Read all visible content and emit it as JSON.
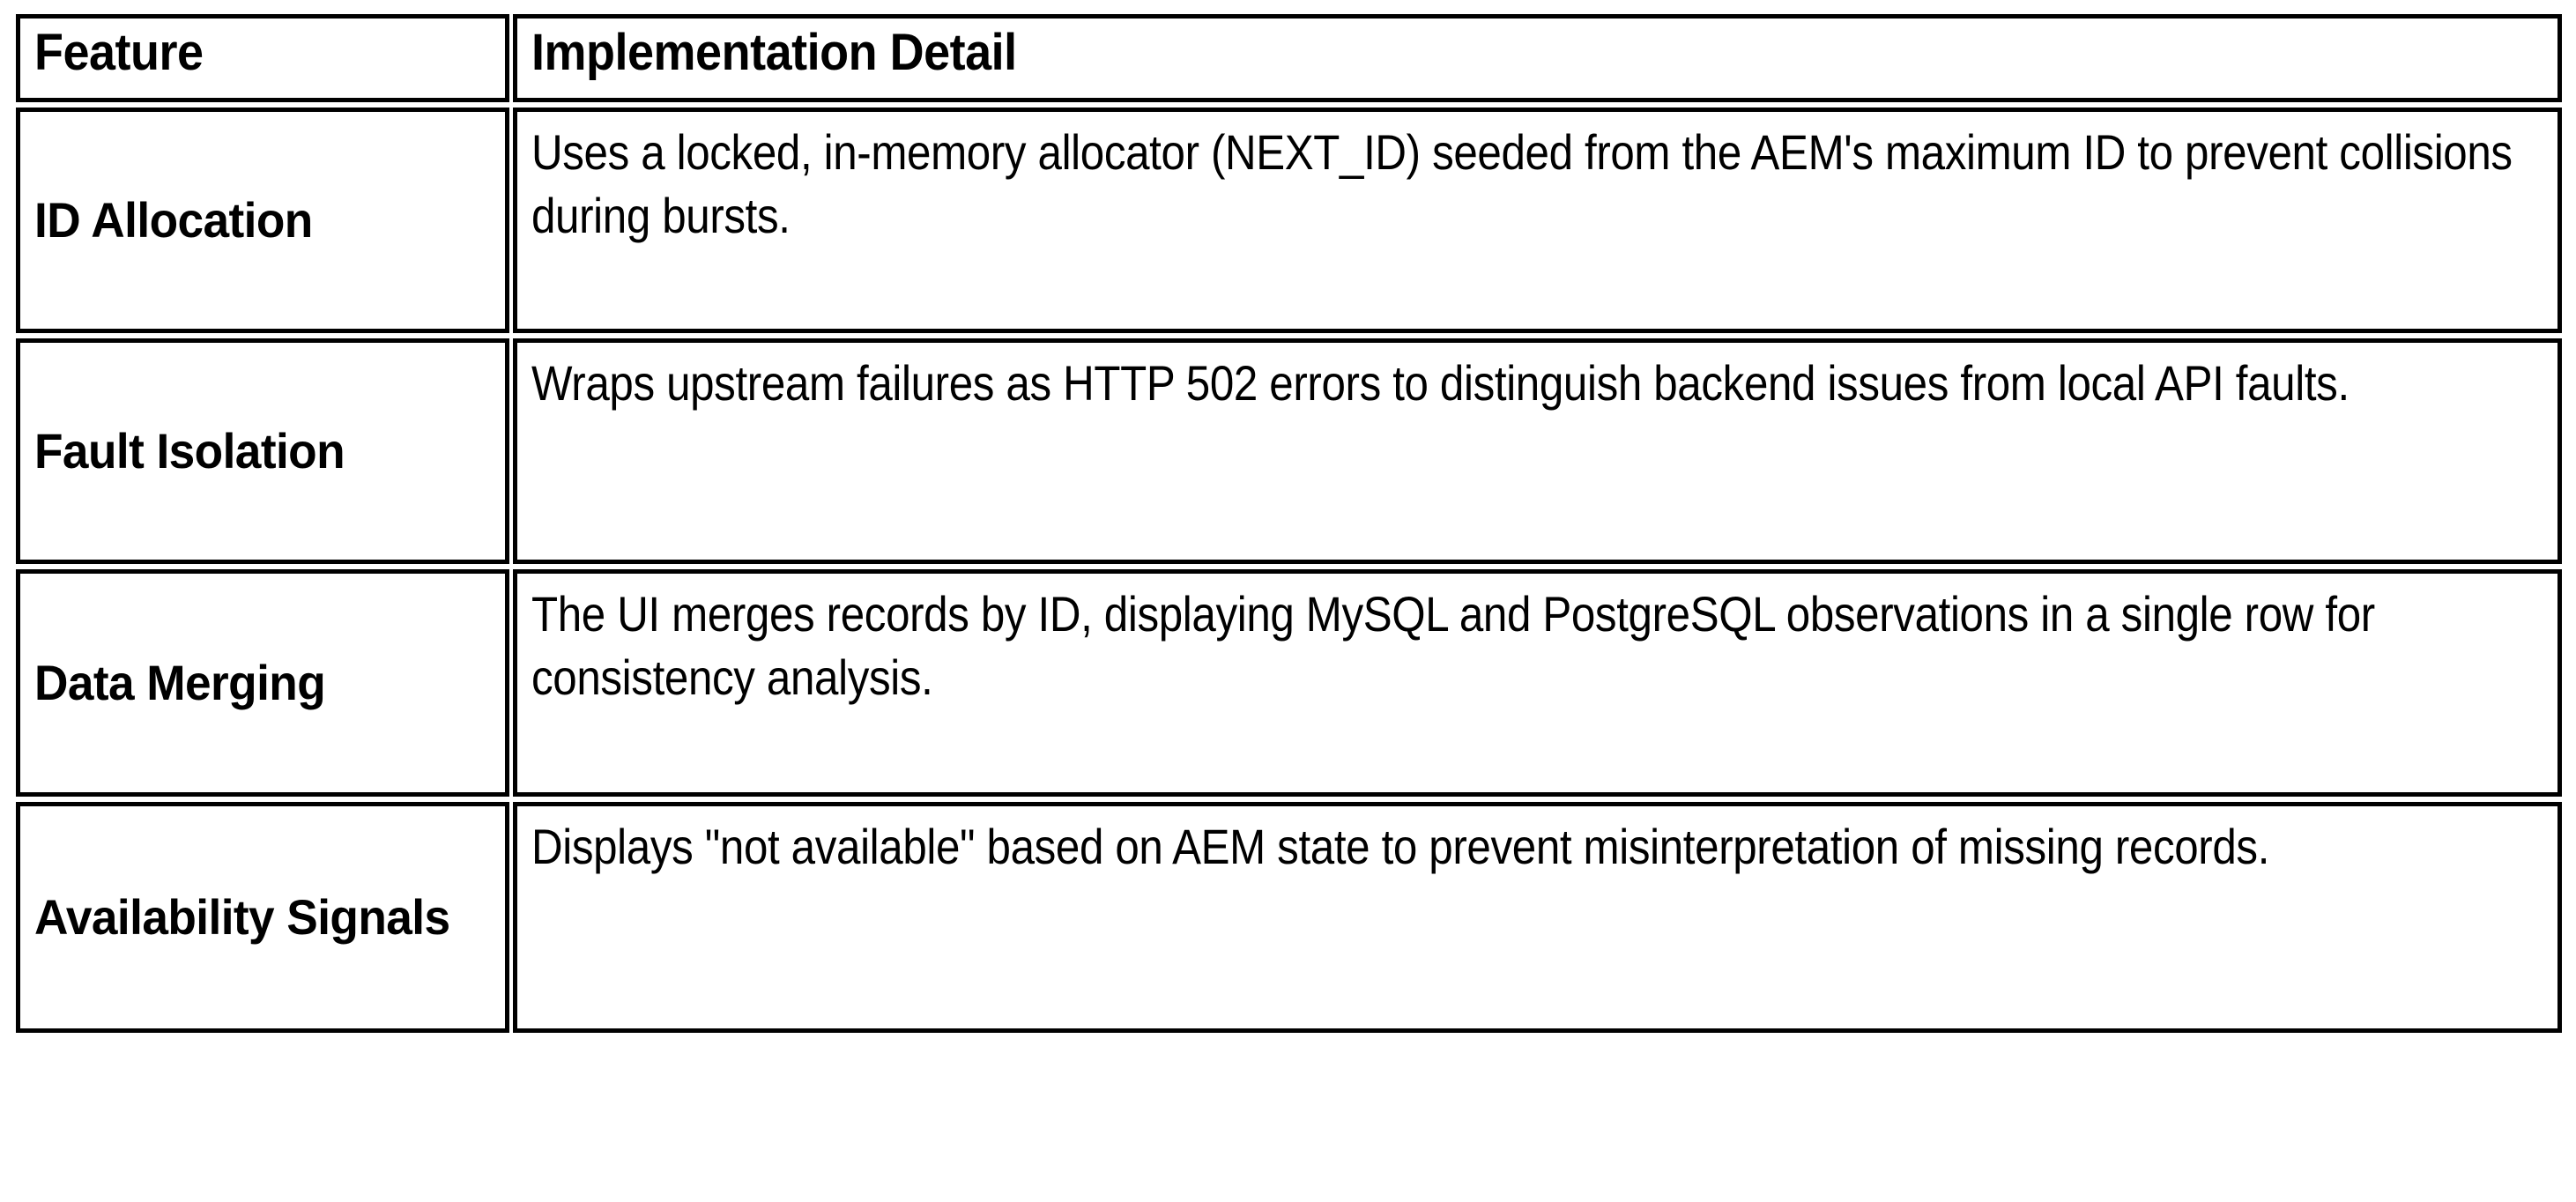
{
  "table": {
    "columns": [
      {
        "key": "feature",
        "label": "Feature"
      },
      {
        "key": "detail",
        "label": "Implementation Detail"
      }
    ],
    "rows": [
      {
        "feature": "ID Allocation",
        "detail": "Uses a locked, in-memory allocator (NEXT_ID) seeded from the AEM's maximum ID to prevent collisions during bursts."
      },
      {
        "feature": "Fault Isolation",
        "detail": "Wraps upstream failures as HTTP 502 errors to distinguish backend issues from local API faults."
      },
      {
        "feature": "Data Merging",
        "detail": "The UI merges records by ID, displaying MySQL and PostgreSQL observations in a single row for consistency analysis."
      },
      {
        "feature": "Availability Signals",
        "detail": "Displays \"not available\" based on AEM state to prevent misinterpretation of missing records."
      }
    ]
  },
  "style": {
    "border_color": "#000000",
    "text_color": "#000000",
    "background_color": "#ffffff"
  }
}
